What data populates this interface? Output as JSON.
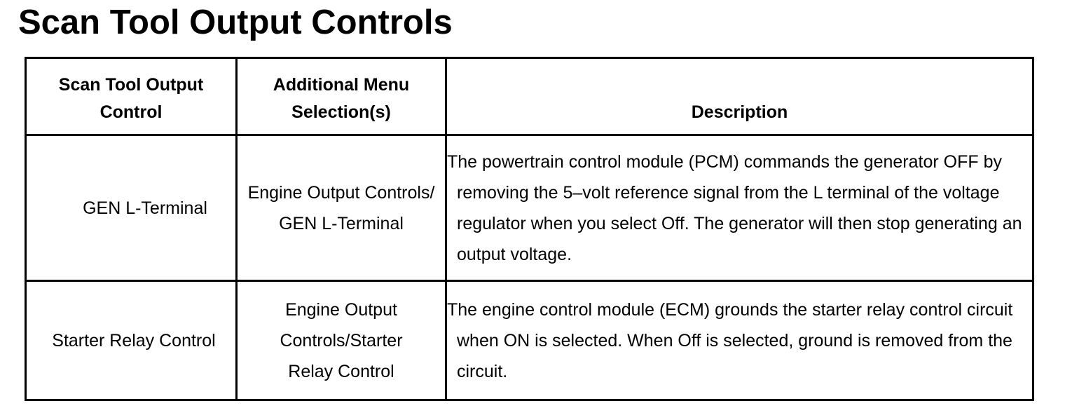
{
  "title": "Scan Tool Output Controls",
  "table": {
    "headers": [
      "Scan Tool Output Control",
      "Additional Menu Selection(s)",
      "Description"
    ],
    "rows": [
      {
        "control": "GEN L-Terminal",
        "menu": "Engine Output Controls/ GEN L-Terminal",
        "description": "The powertrain control module (PCM) commands the generator OFF by removing the 5–volt reference signal from the L terminal of the voltage regulator when you select Off. The generator will then stop generating an output voltage."
      },
      {
        "control": "Starter Relay Control",
        "menu": "Engine Output Controls/Starter Relay Control",
        "description": "The engine control module (ECM) grounds the starter relay control circuit when ON is selected. When Off is selected, ground is removed from the circuit."
      }
    ]
  }
}
